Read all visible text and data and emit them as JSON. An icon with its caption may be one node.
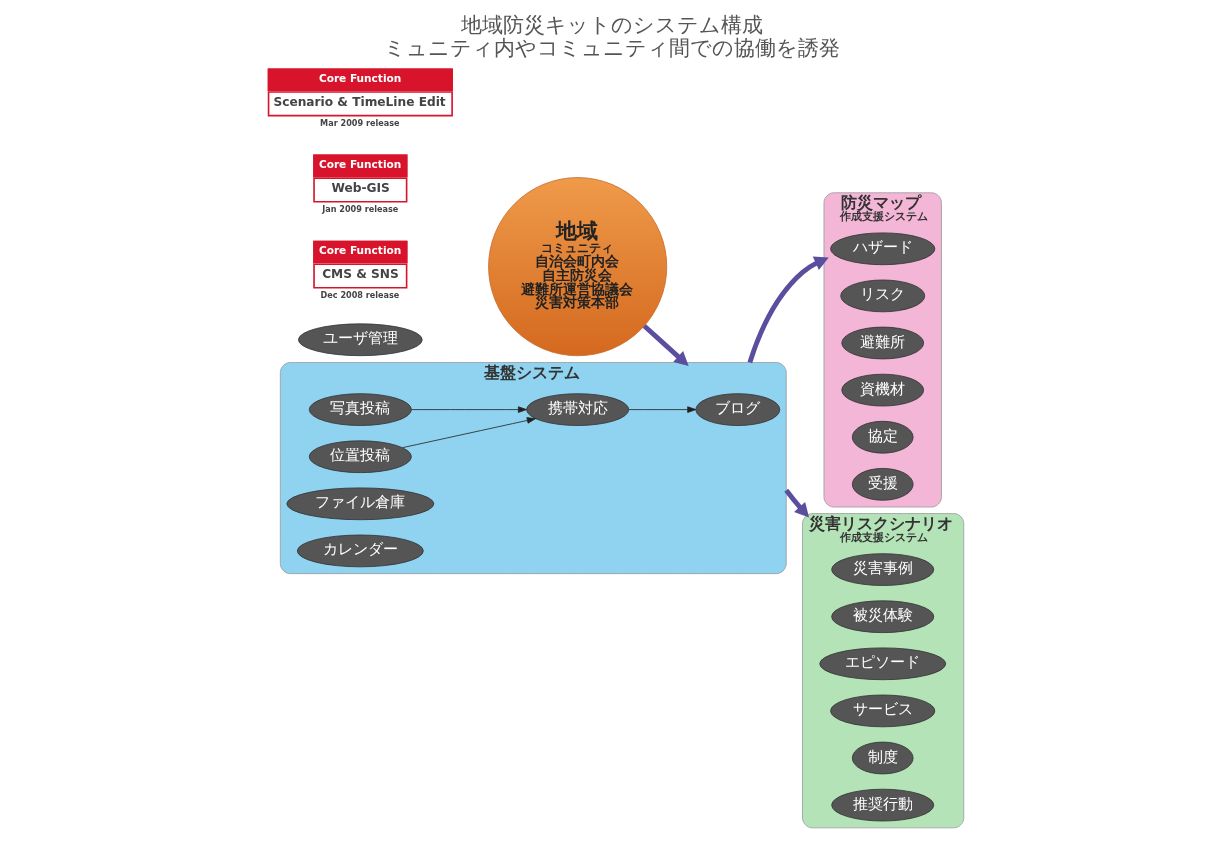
{
  "diagram": {
    "title": "地域防災キットのシステム構成",
    "caption": "ミュニティ内やコミュニティ間での協働を誘発",
    "nodes": [
      {
        "text": [
          "地域",
          "コミュニティ",
          "自治会町内会",
          "自主防災会",
          "避難所運営協議会",
          "災害対策本部"
        ]
      },
      {
        "text": [
          "基盤システム"
        ]
      },
      {
        "text": [
          "ユーザ管理"
        ]
      },
      {
        "text": [
          "ブログ"
        ],
        "in": 1
      },
      {
        "text": [
          "携帯対応"
        ],
        "in": 1
      },
      {
        "text": [
          "写真投稿"
        ],
        "in": 1
      },
      {
        "text": [
          "位置投稿"
        ],
        "in": 1
      },
      {
        "text": [
          "ファイル倉庫"
        ],
        "in": 1
      },
      {
        "text": [
          "カレンダー"
        ],
        "in": 1
      },
      {
        "text": [
          "Core Function",
          "CMS & SNS"
        ],
        "beside": [
          "Dec 2008 release"
        ]
      },
      {
        "text": [
          "Core Function",
          "Web-GIS"
        ],
        "beside": [
          "Jan 2009 release"
        ]
      },
      {
        "text": [
          "防災マップ",
          "作成支援システム"
        ]
      },
      {
        "text": [
          "ハザード"
        ],
        "in": 11
      },
      {
        "text": [
          "リスク"
        ],
        "in": 11
      },
      {
        "text": [
          "避難所"
        ],
        "in": 11
      },
      {
        "text": [
          "資機材"
        ],
        "in": 11
      },
      {
        "text": [
          "協定"
        ],
        "in": 11
      },
      {
        "text": [
          "受援"
        ],
        "in": 11
      },
      {
        "text": [
          "災害リスクシナリオ",
          "作成支援システム"
        ]
      },
      {
        "text": [
          "災害事例"
        ],
        "in": 18
      },
      {
        "text": [
          "被災体験"
        ],
        "in": 18
      },
      {
        "text": [
          "エピソード"
        ],
        "in": 18
      },
      {
        "text": [
          "サービス"
        ],
        "in": 18
      },
      {
        "text": [
          "制度"
        ],
        "in": 18
      },
      {
        "text": [
          "推奨行動"
        ],
        "in": 18
      },
      {
        "text": [
          "Core Function",
          "Scenario & TimeLine Edit"
        ],
        "beside": [
          "Mar 2009 release"
        ]
      }
    ],
    "edges": [
      {
        "from": 0,
        "to": 1,
        "arrow": "to",
        "style": "thick"
      },
      {
        "from": 1,
        "to": 11,
        "arrow": "to",
        "style": "thick"
      },
      {
        "from": 1,
        "to": 18,
        "arrow": "to",
        "style": "thick"
      },
      {
        "from": 4,
        "to": 3,
        "arrow": "to",
        "color": "#222222"
      },
      {
        "from": 5,
        "to": 4,
        "arrow": "to",
        "color": "#222222"
      },
      {
        "from": 6,
        "to": 4,
        "arrow": "to",
        "color": "#222222"
      }
    ]
  }
}
